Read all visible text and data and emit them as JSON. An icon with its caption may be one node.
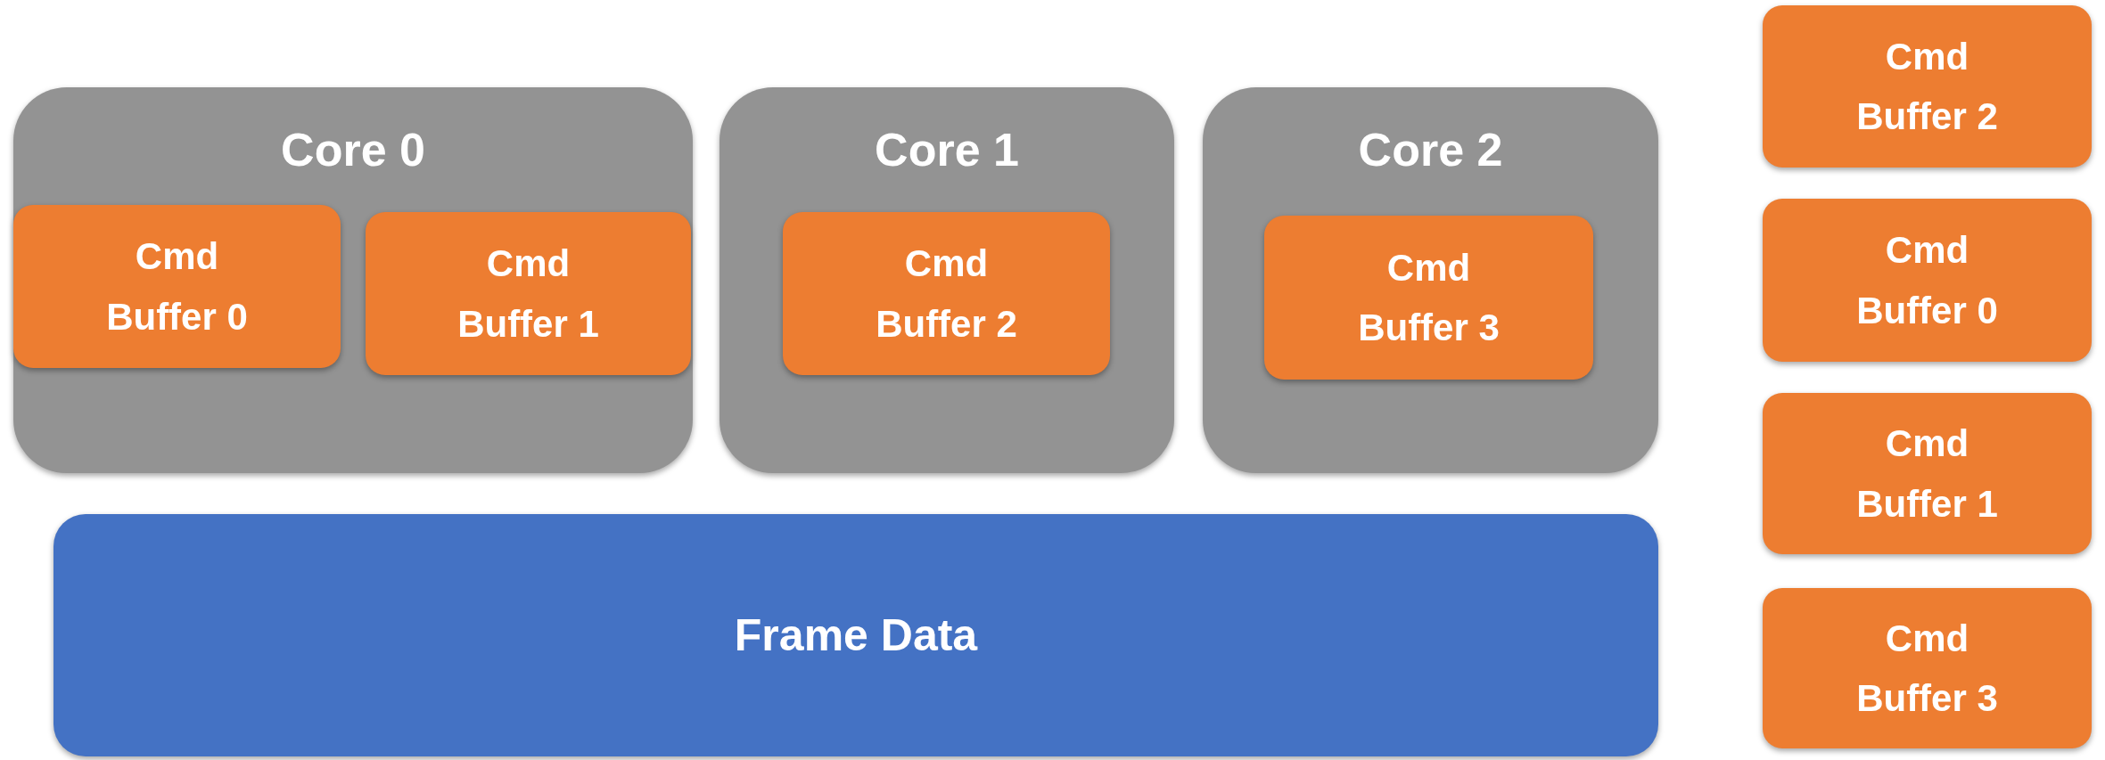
{
  "diagram": {
    "nodes": [
      {
        "text": [
          "Core 0"
        ]
      },
      {
        "text": [
          "Cmd Buffer 0"
        ],
        "in": 0
      },
      {
        "text": [
          "Cmd Buffer 1"
        ],
        "in": 0
      },
      {
        "text": [
          "Core 1"
        ]
      },
      {
        "text": [
          "Cmd Buffer 2"
        ],
        "in": 3
      },
      {
        "text": [
          "Core 2"
        ]
      },
      {
        "text": [
          "Cmd Buffer 3"
        ],
        "in": 5
      },
      {
        "text": [
          "Frame Data"
        ]
      },
      {
        "text": [
          "Cmd Buffer 2"
        ]
      },
      {
        "text": [
          "Cmd Buffer 0"
        ]
      },
      {
        "text": [
          "Cmd Buffer 1"
        ]
      },
      {
        "text": [
          "Cmd Buffer 3"
        ]
      }
    ]
  }
}
